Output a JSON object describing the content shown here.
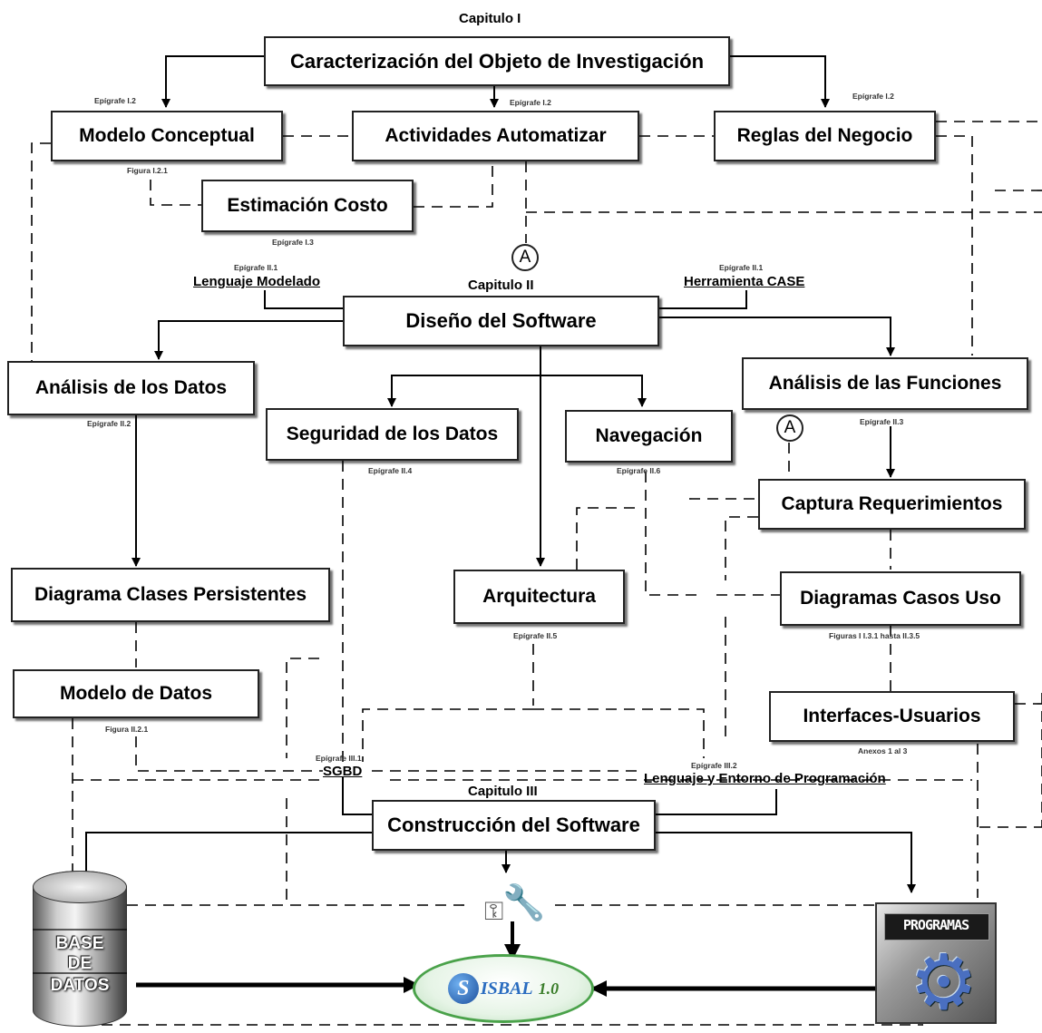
{
  "chapters": {
    "ch1": "Capitulo I",
    "ch2": "Capitulo II",
    "ch3": "Capitulo III"
  },
  "boxes": {
    "caracterizacion": "Caracterización del Objeto de Investigación",
    "modelo_conceptual": "Modelo Conceptual",
    "actividades": "Actividades Automatizar",
    "reglas": "Reglas del Negocio",
    "estimacion": "Estimación Costo",
    "diseno": "Diseño del Software",
    "analisis_datos": "Análisis de los Datos",
    "analisis_funciones": "Análisis de las Funciones",
    "seguridad": "Seguridad de los Datos",
    "navegacion": "Navegación",
    "captura": "Captura Requerimientos",
    "diagrama_clases": "Diagrama Clases Persistentes",
    "arquitectura": "Arquitectura",
    "casos_uso": "Diagramas Casos Uso",
    "modelo_datos": "Modelo de Datos",
    "interfaces": "Interfaces-Usuarios",
    "construccion": "Construcción del Software"
  },
  "labels": {
    "lenguaje_modelado": "Lenguaje Modelado",
    "herramienta_case": "Herramienta CASE",
    "sgbd": "SGBD",
    "lenguaje_entorno": "Lenguaje y Entorno de Programación"
  },
  "refs": {
    "ep_i2_a": "Epígrafe I.2",
    "ep_i2_b": "Epígrafe I.2",
    "ep_i2_c": "Epígrafe I.2",
    "fig_i21": "Figura I.2.1",
    "ep_i3": "Epígrafe I.3",
    "ep_ii1_a": "Epígrafe II.1",
    "ep_ii1_b": "Epígrafe II.1",
    "ep_ii2": "Epígrafe II.2",
    "ep_ii4": "Epígrafe II.4",
    "ep_ii6": "Epígrafe II.6",
    "ep_ii3": "Epígrafe II.3",
    "ep_ii5": "Epígrafe II.5",
    "fig_casos": "Figuras I I.3.1 hasta II.3.5",
    "fig_ii21": "Figura II.2.1",
    "ep_iii1": "Epígrafe III.1",
    "ep_iii2": "Epígrafe III.2",
    "anexos": "Anexos 1 al 3"
  },
  "connectors": {
    "a1": "A",
    "a2": "A"
  },
  "icons": {
    "database": {
      "icon": "database-icon",
      "lines": [
        "BASE",
        "DE",
        "DATOS"
      ]
    },
    "programs": {
      "icon": "programs-icon",
      "label": "PROGRAMAS"
    },
    "tools": {
      "icon": "tools-icon"
    },
    "logo": {
      "icon": "sisbal-logo",
      "s": "S",
      "name": "ISBAL",
      "version": "1.0"
    }
  }
}
